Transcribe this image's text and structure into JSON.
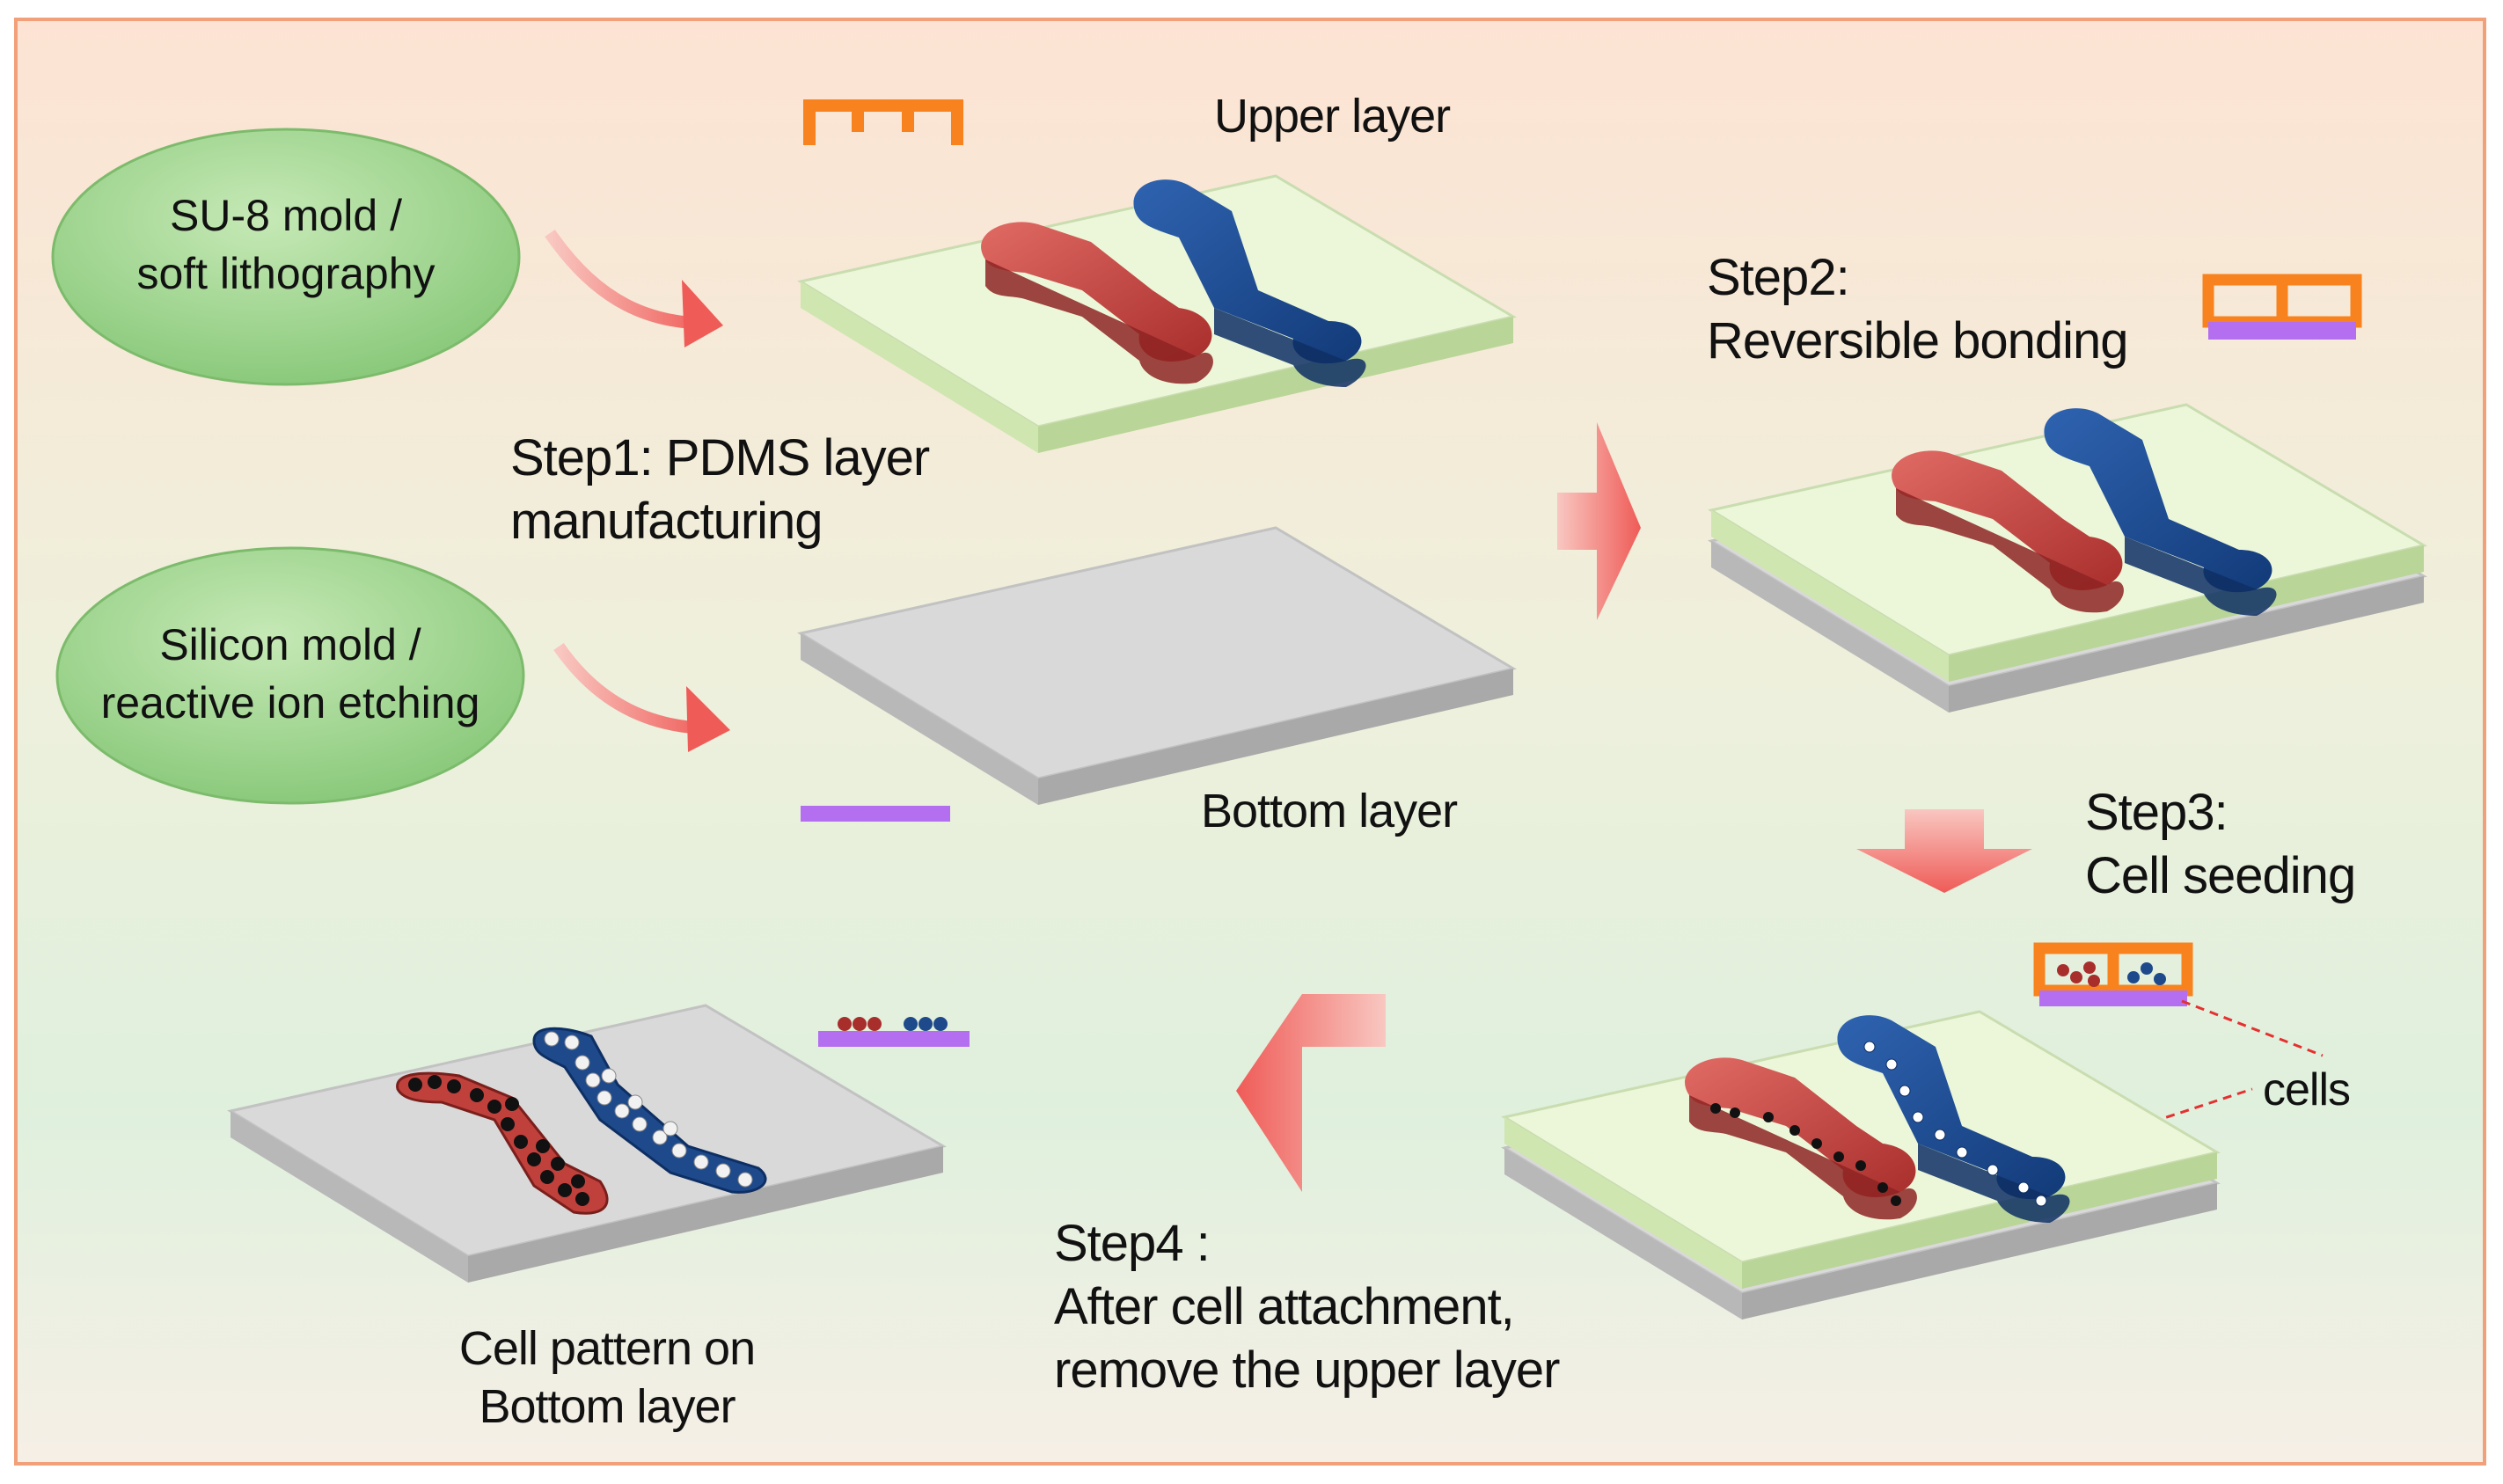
{
  "ovals": {
    "su8": {
      "line1": "SU-8 mold /",
      "line2": "soft lithography"
    },
    "silicon": {
      "line1": "Silicon mold /",
      "line2": "reactive ion etching"
    }
  },
  "labels": {
    "upper_layer": "Upper layer",
    "bottom_layer": "Bottom layer",
    "cells": "cells"
  },
  "steps": {
    "step1": {
      "line1": "Step1: PDMS layer",
      "line2": "manufacturing"
    },
    "step2": {
      "line1": "Step2:",
      "line2": "Reversible bonding"
    },
    "step3": {
      "line1": "Step3:",
      "line2": "Cell seeding"
    },
    "step4": {
      "line1": "Step4 :",
      "line2": "After cell attachment,",
      "line3": "remove the upper layer"
    }
  },
  "result": {
    "line1": "Cell pattern on",
    "line2": "Bottom layer"
  },
  "colors": {
    "orange": "#f7821e",
    "purple": "#b46ef0",
    "red_channel": "#c0403c",
    "blue_channel": "#1e4a8c",
    "oval_green": "#9ad08a",
    "arrow": "#f06060",
    "border": "#f2a07a"
  }
}
